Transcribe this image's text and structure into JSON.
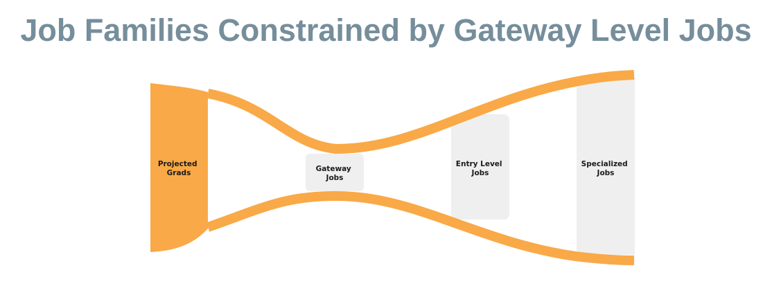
{
  "title": "Job Families Constrained by Gateway Level Jobs",
  "colors": {
    "title": "#768e9b",
    "funnel": "#f9a947",
    "source_fill": "#f9a947",
    "box_fill": "#efefef",
    "label": "#1a1a1a"
  },
  "nodes": {
    "projected_grads": [
      "Projected",
      "Grads"
    ],
    "gateway_jobs": [
      "Gateway",
      "Jobs"
    ],
    "entry_level_jobs": [
      "Entry Level",
      "Jobs"
    ],
    "specialized_jobs": [
      "Specialized",
      "Jobs"
    ]
  }
}
